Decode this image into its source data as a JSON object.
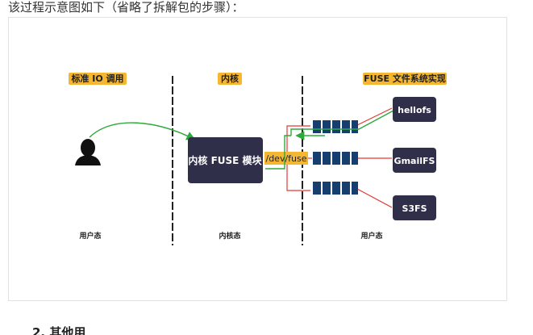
{
  "intro_text": "该过程示意图如下（省略了拆解包的步骤）：",
  "columns": {
    "user_heading": "标准 IO 调用",
    "kernel_heading": "内核",
    "fuse_heading": "FUSE 文件系统实现",
    "user_footer": "用户态",
    "kernel_footer": "内核态",
    "fuse_footer": "用户态"
  },
  "kernel_module_label": "内核 FUSE 模块",
  "device_label": "/dev/fuse",
  "filesystems": [
    "hellofs",
    "GmailFS",
    "S3FS"
  ],
  "icons": {
    "user": "user-icon"
  },
  "colors": {
    "heading_tag": "#f5b731",
    "dark_box": "#2f2f4a",
    "queue_block": "#163e6e",
    "green_arrow": "#2eaa3a",
    "red_line": "#e53935"
  },
  "footer_text": "2. 其他用"
}
